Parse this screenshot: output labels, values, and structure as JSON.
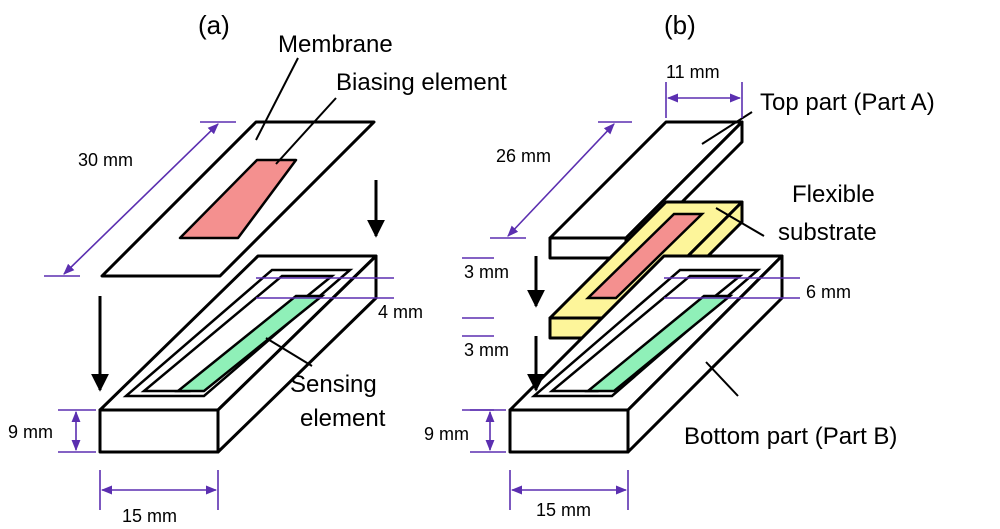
{
  "colors": {
    "biasing": "#f4908f",
    "sensing": "#8ff0b8",
    "flexible": "#fdf59a",
    "dimension": "#5b2fb0"
  },
  "panel_a": {
    "label": "(a)",
    "membrane": "Membrane",
    "biasing": "Biasing element",
    "sensing_line1": "Sensing",
    "sensing_line2": "element",
    "dim_length": "30 mm",
    "dim_depth": "4 mm",
    "dim_height": "9 mm",
    "dim_width": "15 mm"
  },
  "panel_b": {
    "label": "(b)",
    "top": "Top part (Part A)",
    "flexible_line1": "Flexible",
    "flexible_line2": "substrate",
    "bottom": "Bottom part (Part B)",
    "dim_top_width": "11 mm",
    "dim_length": "26 mm",
    "dim_gap1": "3 mm",
    "dim_gap2": "3 mm",
    "dim_depth": "6 mm",
    "dim_height": "9 mm",
    "dim_width": "15 mm"
  }
}
